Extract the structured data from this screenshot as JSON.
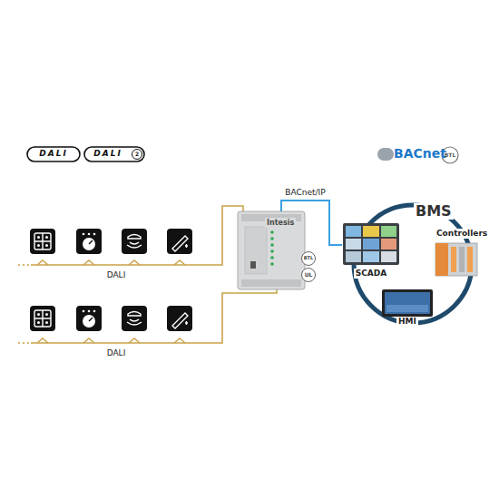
{
  "diagram": {
    "nodes": [
      {
        "text": [
          "Intesis"
        ]
      },
      {
        "text": [
          "BMS"
        ]
      },
      {
        "text": [
          "SCADA"
        ],
        "in": 1
      },
      {
        "text": [
          "Controllers"
        ],
        "in": 1
      },
      {
        "text": [
          "HMI"
        ],
        "in": 1
      }
    ],
    "edges": [
      {
        "from": 0,
        "to": 2,
        "label": "BACnet/IP",
        "arrow": "none"
      }
    ],
    "labels": [
      "DALI",
      "DALI",
      "2",
      "BACnet",
      "BTL",
      "BTL",
      "UL",
      "DALI",
      "DALI"
    ]
  }
}
